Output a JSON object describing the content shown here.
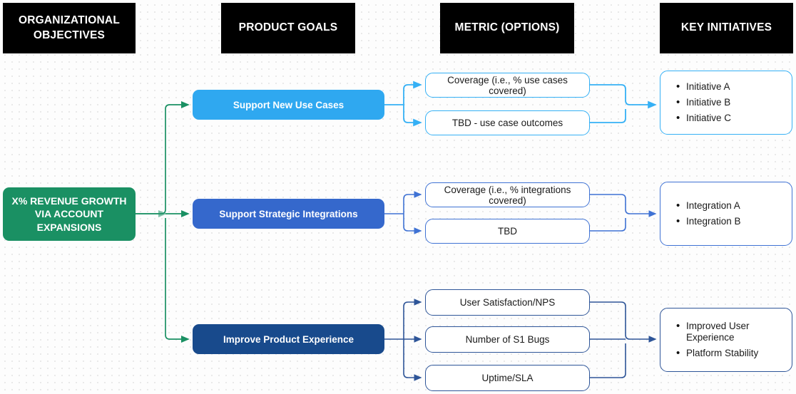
{
  "diagram": {
    "title": "Organizational objectives to key initiatives flow",
    "background": "#fdfdfd",
    "dot_grid": true
  },
  "colors": {
    "header_bg": "#000000",
    "header_text": "#ffffff",
    "objective_green": "#1a9063",
    "goal_row1_blue": "#2fa8f0",
    "goal_row2_blue": "#3568cc",
    "goal_row3_blue": "#184a8c",
    "connector_green": "#1a9063",
    "connector_row1": "#35b0f5",
    "connector_row2": "#3f72d4",
    "connector_row3": "#2e5598"
  },
  "headers": [
    {
      "id": "organizational-objectives",
      "label": "ORGANIZATIONAL\nOBJECTIVES",
      "line1": "ORGANIZATIONAL",
      "line2": "OBJECTIVES"
    },
    {
      "id": "product-goals",
      "label": "PRODUCT GOALS"
    },
    {
      "id": "metric-options",
      "label": "METRIC (OPTIONS)"
    },
    {
      "id": "key-initiatives",
      "label": "KEY INITIATIVES"
    }
  ],
  "objective": {
    "line1": "X% REVENUE GROWTH",
    "line2": "VIA ACCOUNT",
    "line3": "EXPANSIONS"
  },
  "rows": [
    {
      "goal": "Support New Use Cases",
      "metrics": [
        "Coverage (i.e., % use cases covered)",
        "TBD - use case outcomes"
      ],
      "initiatives": [
        "Initiative A",
        "Initiative B",
        "Initiative C"
      ]
    },
    {
      "goal": "Support Strategic Integrations",
      "metrics": [
        "Coverage (i.e., % integrations covered)",
        "TBD"
      ],
      "initiatives": [
        "Integration A",
        "Integration B"
      ]
    },
    {
      "goal": "Improve Product Experience",
      "metrics": [
        "User Satisfaction/NPS",
        "Number of S1 Bugs",
        "Uptime/SLA"
      ],
      "initiatives": [
        "Improved User Experience",
        "Platform Stability"
      ]
    }
  ]
}
